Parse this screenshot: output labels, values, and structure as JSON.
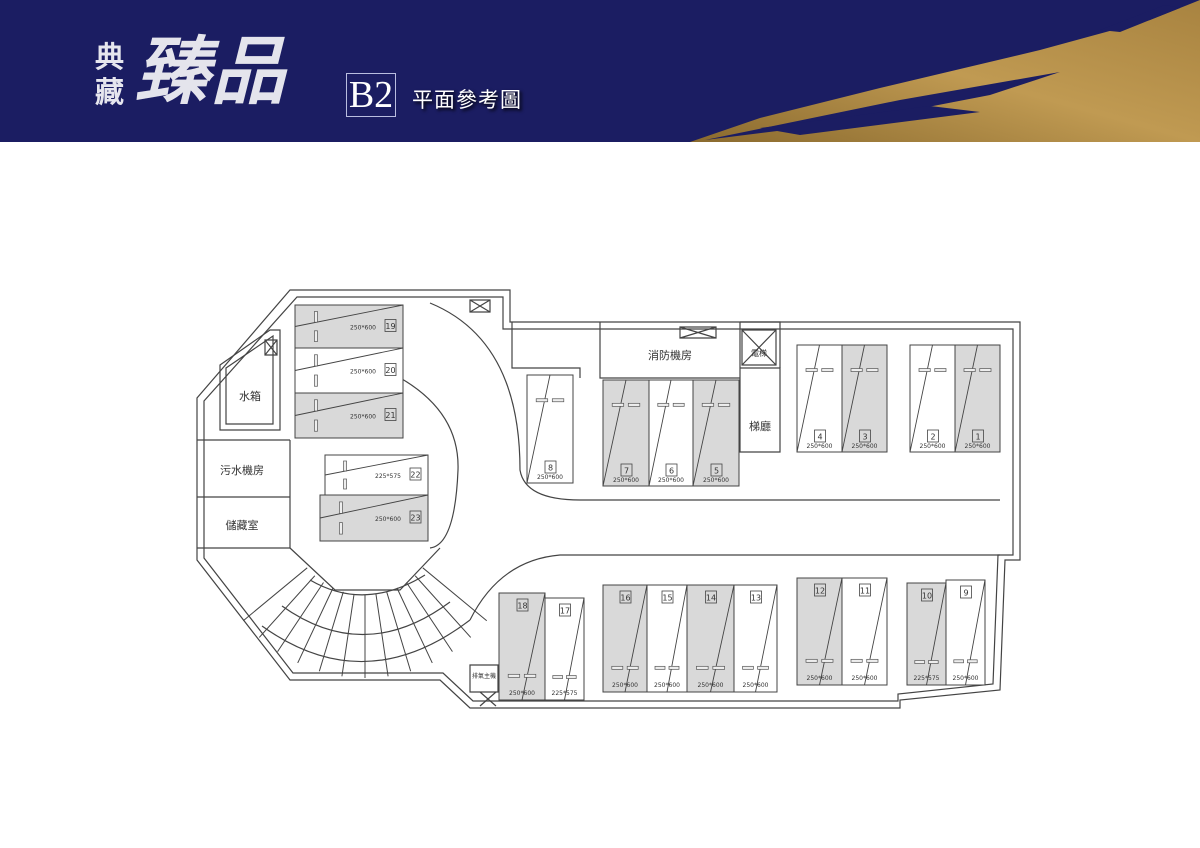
{
  "header": {
    "brand_small": "典藏",
    "brand_big": "臻品",
    "floor": "B2",
    "title": "平面參考圖",
    "colors": {
      "navy": "#1b1d62",
      "gold": "#b8914a"
    }
  },
  "rooms": {
    "water_tank": "水箱",
    "sewage_room": "污水機房",
    "storage": "儲藏室",
    "fire_room": "消防機房",
    "lobby": "梯廳",
    "elevator": "電梯",
    "exhaust": "排氣主機"
  },
  "stalls": [
    {
      "no": "1",
      "size": "250*600",
      "shaded": true
    },
    {
      "no": "2",
      "size": "250*600",
      "shaded": false
    },
    {
      "no": "3",
      "size": "250*600",
      "shaded": true
    },
    {
      "no": "4",
      "size": "250*600",
      "shaded": false
    },
    {
      "no": "5",
      "size": "250*600",
      "shaded": true
    },
    {
      "no": "6",
      "size": "250*600",
      "shaded": false
    },
    {
      "no": "7",
      "size": "250*600",
      "shaded": true
    },
    {
      "no": "8",
      "size": "250*600",
      "shaded": false
    },
    {
      "no": "9",
      "size": "250*600",
      "shaded": false
    },
    {
      "no": "10",
      "size": "225*575",
      "shaded": true
    },
    {
      "no": "11",
      "size": "250*600",
      "shaded": false
    },
    {
      "no": "12",
      "size": "250*600",
      "shaded": true
    },
    {
      "no": "13",
      "size": "250*600",
      "shaded": false
    },
    {
      "no": "14",
      "size": "250*600",
      "shaded": true
    },
    {
      "no": "15",
      "size": "250*600",
      "shaded": false
    },
    {
      "no": "16",
      "size": "250*600",
      "shaded": true
    },
    {
      "no": "17",
      "size": "225*575",
      "shaded": false
    },
    {
      "no": "18",
      "size": "250*600",
      "shaded": true
    },
    {
      "no": "19",
      "size": "250*600",
      "shaded": true
    },
    {
      "no": "20",
      "size": "250*600",
      "shaded": false
    },
    {
      "no": "21",
      "size": "250*600",
      "shaded": true
    },
    {
      "no": "22",
      "size": "225*575",
      "shaded": false
    },
    {
      "no": "23",
      "size": "250*600",
      "shaded": true
    }
  ]
}
